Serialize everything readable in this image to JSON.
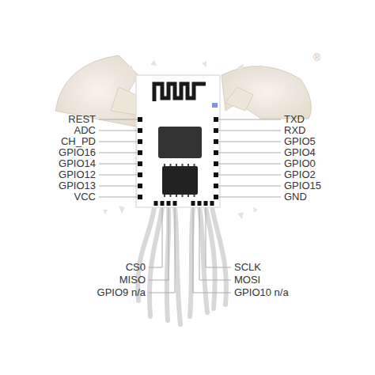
{
  "diagram": {
    "labels": [
      "REST",
      "ADC",
      "CH_PD",
      "GPIO16",
      "GPIO14",
      "GPIO12",
      "GPIO13",
      "VCC",
      "TXD",
      "RXD",
      "GPIO5",
      "GPIO4",
      "GPIO0",
      "GPIO2",
      "GPIO15",
      "GND",
      "CS0",
      "MISO",
      "GPIO9 n/a",
      "SCLK",
      "MOSI",
      "GPIO10 n/a",
      "®"
    ]
  }
}
